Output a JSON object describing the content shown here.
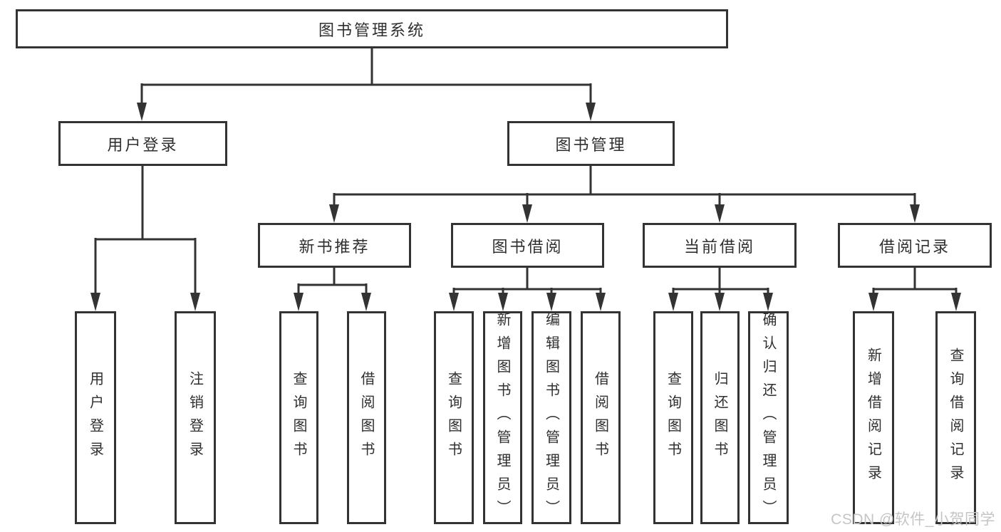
{
  "diagram": {
    "root": {
      "label": "图书管理系统"
    },
    "level2": [
      {
        "label": "用户登录"
      },
      {
        "label": "图书管理"
      }
    ],
    "level3": [
      {
        "label": "新书推荐"
      },
      {
        "label": "图书借阅"
      },
      {
        "label": "当前借阅"
      },
      {
        "label": "借阅记录"
      }
    ],
    "leaves": {
      "user_login": [
        {
          "label": "用户登录"
        },
        {
          "label": "注销登录"
        }
      ],
      "new_book_recommend": [
        {
          "label": "查询图书"
        },
        {
          "label": "借阅图书"
        }
      ],
      "book_borrowing": [
        {
          "label": "查询图书"
        },
        {
          "label": "新增图书（管理员）"
        },
        {
          "label": "编辑图书（管理员）"
        },
        {
          "label": "借阅图书"
        }
      ],
      "current_borrowing": [
        {
          "label": "查询图书"
        },
        {
          "label": "归还图书"
        },
        {
          "label": "确认归还（管理员）"
        }
      ],
      "borrow_records": [
        {
          "label": "新增借阅记录"
        },
        {
          "label": "查询借阅记录"
        }
      ]
    },
    "watermark": "CSDN @软件_小贺同学",
    "colors": {
      "line": "#333333",
      "text": "#2f2f2f",
      "watermark": "#c5c5c5",
      "background": "#ffffff"
    }
  }
}
